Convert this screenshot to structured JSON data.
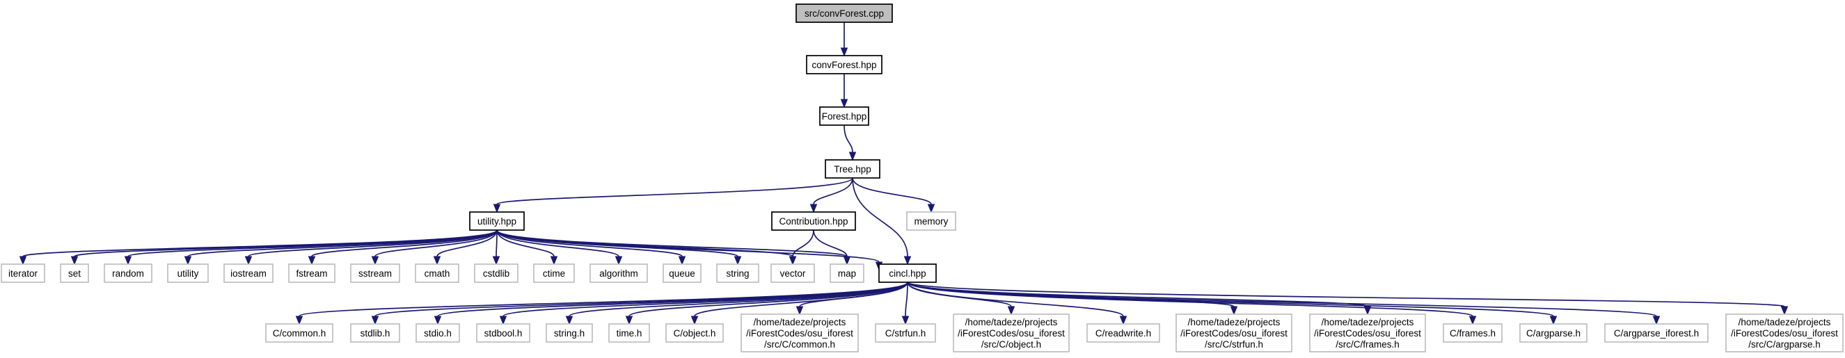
{
  "diagram": {
    "type": "include-dependency-graph",
    "colors": {
      "edge": "#191970",
      "root_fill": "#bfbfbf",
      "node_fill": "#ffffff",
      "node_border": "#000000",
      "external_border": "#bfbfbf"
    },
    "nodes": [
      {
        "id": "root",
        "kind": "root",
        "lines": [
          "src/convForest.cpp"
        ]
      },
      {
        "id": "convforest_hpp",
        "kind": "file",
        "lines": [
          "convForest.hpp"
        ]
      },
      {
        "id": "forest_hpp",
        "kind": "file",
        "lines": [
          "Forest.hpp"
        ]
      },
      {
        "id": "tree_hpp",
        "kind": "file",
        "lines": [
          "Tree.hpp"
        ]
      },
      {
        "id": "utility_hpp",
        "kind": "file",
        "lines": [
          "utility.hpp"
        ]
      },
      {
        "id": "contribution_hpp",
        "kind": "file",
        "lines": [
          "Contribution.hpp"
        ]
      },
      {
        "id": "memory",
        "kind": "external",
        "lines": [
          "memory"
        ]
      },
      {
        "id": "iterator",
        "kind": "external",
        "lines": [
          "iterator"
        ]
      },
      {
        "id": "set",
        "kind": "external",
        "lines": [
          "set"
        ]
      },
      {
        "id": "random",
        "kind": "external",
        "lines": [
          "random"
        ]
      },
      {
        "id": "utility",
        "kind": "external",
        "lines": [
          "utility"
        ]
      },
      {
        "id": "iostream",
        "kind": "external",
        "lines": [
          "iostream"
        ]
      },
      {
        "id": "fstream",
        "kind": "external",
        "lines": [
          "fstream"
        ]
      },
      {
        "id": "sstream",
        "kind": "external",
        "lines": [
          "sstream"
        ]
      },
      {
        "id": "cmath",
        "kind": "external",
        "lines": [
          "cmath"
        ]
      },
      {
        "id": "cstdlib",
        "kind": "external",
        "lines": [
          "cstdlib"
        ]
      },
      {
        "id": "ctime",
        "kind": "external",
        "lines": [
          "ctime"
        ]
      },
      {
        "id": "algorithm",
        "kind": "external",
        "lines": [
          "algorithm"
        ]
      },
      {
        "id": "queue",
        "kind": "external",
        "lines": [
          "queue"
        ]
      },
      {
        "id": "string",
        "kind": "external",
        "lines": [
          "string"
        ]
      },
      {
        "id": "vector",
        "kind": "external",
        "lines": [
          "vector"
        ]
      },
      {
        "id": "map",
        "kind": "external",
        "lines": [
          "map"
        ]
      },
      {
        "id": "cincl_hpp",
        "kind": "file",
        "lines": [
          "cincl.hpp"
        ]
      },
      {
        "id": "c_common_h",
        "kind": "external",
        "lines": [
          "C/common.h"
        ]
      },
      {
        "id": "stdlib_h",
        "kind": "external",
        "lines": [
          "stdlib.h"
        ]
      },
      {
        "id": "stdio_h",
        "kind": "external",
        "lines": [
          "stdio.h"
        ]
      },
      {
        "id": "stdbool_h",
        "kind": "external",
        "lines": [
          "stdbool.h"
        ]
      },
      {
        "id": "string_h",
        "kind": "external",
        "lines": [
          "string.h"
        ]
      },
      {
        "id": "time_h",
        "kind": "external",
        "lines": [
          "time.h"
        ]
      },
      {
        "id": "c_object_h",
        "kind": "external",
        "lines": [
          "C/object.h"
        ]
      },
      {
        "id": "full_common_h",
        "kind": "external",
        "lines": [
          "/home/tadeze/projects",
          "/iForestCodes/osu_iforest",
          "/src/C/common.h"
        ]
      },
      {
        "id": "c_strfun_h",
        "kind": "external",
        "lines": [
          "C/strfun.h"
        ]
      },
      {
        "id": "full_object_h",
        "kind": "external",
        "lines": [
          "/home/tadeze/projects",
          "/iForestCodes/osu_iforest",
          "/src/C/object.h"
        ]
      },
      {
        "id": "c_readwrite_h",
        "kind": "external",
        "lines": [
          "C/readwrite.h"
        ]
      },
      {
        "id": "full_strfun_h",
        "kind": "external",
        "lines": [
          "/home/tadeze/projects",
          "/iForestCodes/osu_iforest",
          "/src/C/strfun.h"
        ]
      },
      {
        "id": "full_frames_h",
        "kind": "external",
        "lines": [
          "/home/tadeze/projects",
          "/iForestCodes/osu_iforest",
          "/src/C/frames.h"
        ]
      },
      {
        "id": "c_frames_h",
        "kind": "external",
        "lines": [
          "C/frames.h"
        ]
      },
      {
        "id": "c_argparse_h",
        "kind": "external",
        "lines": [
          "C/argparse.h"
        ]
      },
      {
        "id": "c_argparse_iforest_h",
        "kind": "external",
        "lines": [
          "C/argparse_iforest.h"
        ]
      },
      {
        "id": "full_argparse_h",
        "kind": "external",
        "lines": [
          "/home/tadeze/projects",
          "/iForestCodes/osu_iforest",
          "/src/C/argparse.h"
        ]
      }
    ],
    "edges": [
      [
        "root",
        "convforest_hpp"
      ],
      [
        "convforest_hpp",
        "forest_hpp"
      ],
      [
        "forest_hpp",
        "tree_hpp"
      ],
      [
        "tree_hpp",
        "utility_hpp"
      ],
      [
        "tree_hpp",
        "contribution_hpp"
      ],
      [
        "tree_hpp",
        "memory"
      ],
      [
        "tree_hpp",
        "cincl_hpp"
      ],
      [
        "utility_hpp",
        "iterator"
      ],
      [
        "utility_hpp",
        "set"
      ],
      [
        "utility_hpp",
        "random"
      ],
      [
        "utility_hpp",
        "utility"
      ],
      [
        "utility_hpp",
        "iostream"
      ],
      [
        "utility_hpp",
        "fstream"
      ],
      [
        "utility_hpp",
        "sstream"
      ],
      [
        "utility_hpp",
        "cmath"
      ],
      [
        "utility_hpp",
        "cstdlib"
      ],
      [
        "utility_hpp",
        "ctime"
      ],
      [
        "utility_hpp",
        "algorithm"
      ],
      [
        "utility_hpp",
        "queue"
      ],
      [
        "utility_hpp",
        "string"
      ],
      [
        "utility_hpp",
        "vector"
      ],
      [
        "utility_hpp",
        "map"
      ],
      [
        "utility_hpp",
        "cincl_hpp"
      ],
      [
        "contribution_hpp",
        "vector"
      ],
      [
        "contribution_hpp",
        "map"
      ],
      [
        "cincl_hpp",
        "c_common_h"
      ],
      [
        "cincl_hpp",
        "stdlib_h"
      ],
      [
        "cincl_hpp",
        "stdio_h"
      ],
      [
        "cincl_hpp",
        "stdbool_h"
      ],
      [
        "cincl_hpp",
        "string_h"
      ],
      [
        "cincl_hpp",
        "time_h"
      ],
      [
        "cincl_hpp",
        "c_object_h"
      ],
      [
        "cincl_hpp",
        "full_common_h"
      ],
      [
        "cincl_hpp",
        "c_strfun_h"
      ],
      [
        "cincl_hpp",
        "full_object_h"
      ],
      [
        "cincl_hpp",
        "c_readwrite_h"
      ],
      [
        "cincl_hpp",
        "full_strfun_h"
      ],
      [
        "cincl_hpp",
        "full_frames_h"
      ],
      [
        "cincl_hpp",
        "c_frames_h"
      ],
      [
        "cincl_hpp",
        "c_argparse_h"
      ],
      [
        "cincl_hpp",
        "c_argparse_iforest_h"
      ],
      [
        "cincl_hpp",
        "full_argparse_h"
      ]
    ]
  }
}
